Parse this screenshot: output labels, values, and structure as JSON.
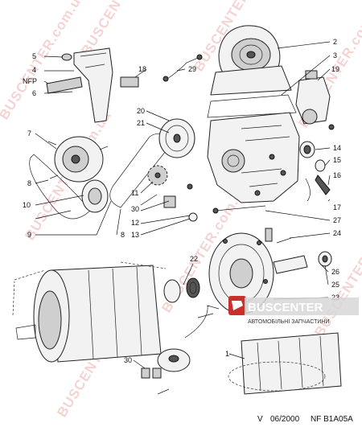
{
  "watermarks": [
    "BUSCENTER.com.ua",
    "BUSCENTER.com.ua",
    "BUSCENTER.com.ua",
    "BUSCENTER.com.ua",
    "BUSCENTER.com.ua",
    "BUSCENTER.com.ua",
    "BUSCENTER.com.ua",
    "BUSCENTER"
  ],
  "callouts": {
    "c1": "1",
    "c2": "2",
    "c3": "3",
    "c4": "4",
    "c5": "5",
    "c6": "6",
    "c7": "7",
    "c8a": "8",
    "c8b": "8",
    "c9": "9",
    "c10": "10",
    "c11": "11",
    "c12": "12",
    "c13": "13",
    "c14": "14",
    "c15": "15",
    "c16": "16",
    "c17": "17",
    "c18": "18",
    "c19": "19",
    "c20": "20",
    "c21": "21",
    "c22": "22",
    "c23": "23",
    "c24": "24",
    "c25": "25",
    "c26": "26",
    "c27": "27",
    "c29": "29",
    "c30a": "30",
    "c30b": "30",
    "nfp": "NFP"
  },
  "logo": {
    "name": "BUSCENTER",
    "tagline": "АВТОМОБІЛЬНІ ЗАПЧАСТИНИ",
    "badge_color": "#c9302c"
  },
  "footer": {
    "version": "V",
    "date": "06/2000",
    "code": "NF B1A05A"
  }
}
